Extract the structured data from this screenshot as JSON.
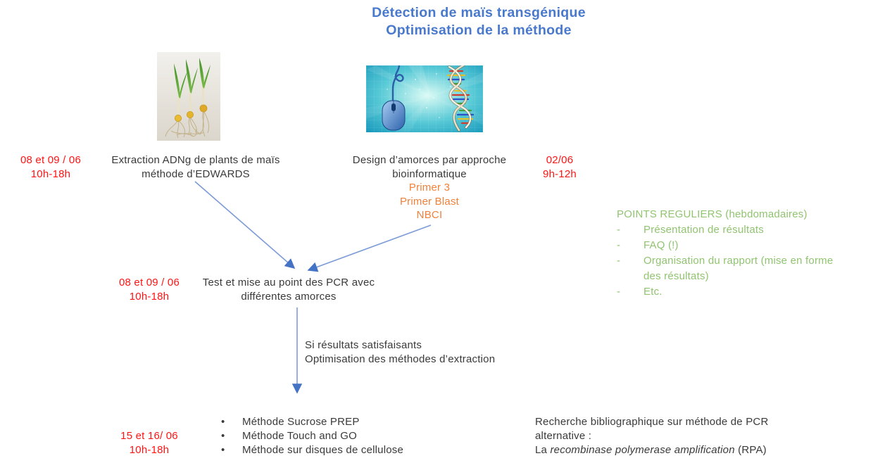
{
  "title": {
    "line1": "Détection de maïs transgénique",
    "line2": "Optimisation de la méthode"
  },
  "colors": {
    "title_blue": "#4879CC",
    "date_red": "#FF1414",
    "tool_orange": "#F0813B",
    "points_green": "#90C470",
    "arrow_blue": "#7C9BD6",
    "arrowhead_blue": "#4472C4",
    "body_text": "#3a3a3a"
  },
  "markers": {
    "bullet": "•",
    "dash": "-"
  },
  "images": {
    "maize_label": "maize-sprouts-photo",
    "dna_label": "bioinformatics-dna-photo"
  },
  "steps": {
    "extraction": {
      "date_line1": "08 et 09 / 06",
      "date_line2": "10h-18h",
      "text_line1": "Extraction ADNg de plants de maïs",
      "text_line2": "méthode d’EDWARDS"
    },
    "design": {
      "date_line1": "02/06",
      "date_line2": "9h-12h",
      "text_line1": "Design d’amorces par approche",
      "text_line2": "bioinformatique",
      "tools": [
        "Primer 3",
        "Primer Blast",
        "NBCI"
      ]
    },
    "pcr_test": {
      "date_line1": "08 et 09 / 06",
      "date_line2": "10h-18h",
      "text_line1": "Test et mise au point des PCR avec",
      "text_line2": "différentes amorces"
    },
    "condition": {
      "line1": "Si résultats satisfaisants",
      "line2": "Optimisation des méthodes d’extraction"
    },
    "methods": {
      "date_line1": "15 et 16/ 06",
      "date_line2": "10h-18h",
      "items": [
        "Méthode Sucrose PREP",
        "Méthode Touch and GO",
        "Méthode sur disques de cellulose"
      ]
    },
    "biblio": {
      "line1": "Recherche bibliographique sur méthode de PCR",
      "line2": "alternative :",
      "line3_prefix": "La ",
      "line3_italic": "recombinase polymerase amplification",
      "line3_suffix": " (RPA)"
    }
  },
  "regular_points": {
    "title": "POINTS REGULIERS (hebdomadaires)",
    "items": [
      "Présentation de résultats",
      "FAQ (!)",
      "Organisation du rapport (mise en forme des résultats)",
      "Etc."
    ]
  }
}
